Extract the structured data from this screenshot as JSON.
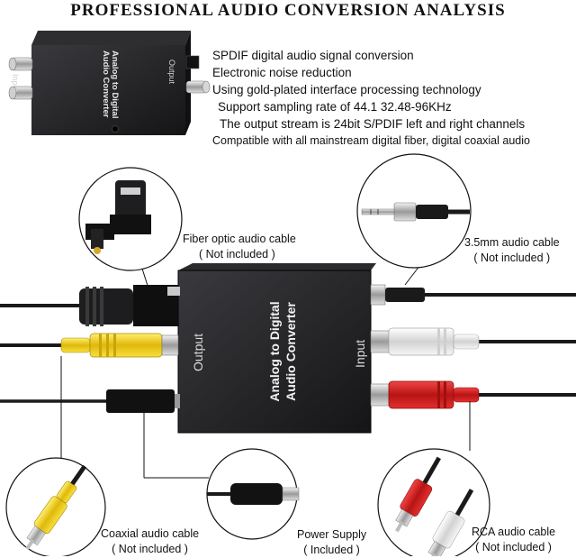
{
  "title": "PROFESSIONAL AUDIO CONVERSION ANALYSIS",
  "features": [
    "SPDIF digital audio signal conversion",
    "Electronic noise reduction",
    "Using gold-plated interface processing technology",
    "Support sampling rate of 44.1 32.48-96KHz",
    "The output stream is 24bit S/PDIF left and right channels",
    "Compatible with all mainstream digital fiber, digital coaxial audio"
  ],
  "small_device": {
    "brand_line1": "Analog to Digital",
    "brand_line2": "Audio Converter",
    "port_left": "Input",
    "port_right": "Output"
  },
  "main_device": {
    "brand_line1": "Analog to Digital",
    "brand_line2": "Audio Converter",
    "port_left": "Output",
    "port_right": "Input"
  },
  "labels": {
    "fiber": {
      "name": "Fiber optic audio cable",
      "status": "( Not included )"
    },
    "aux": {
      "name": "3.5mm audio cable",
      "status": "( Not included )"
    },
    "coax": {
      "name": "Coaxial audio cable",
      "status": "( Not included )"
    },
    "power": {
      "name": "Power Supply",
      "status": "( Included )"
    },
    "rca": {
      "name": "RCA audio cable",
      "status": "( Not included )"
    }
  },
  "colors": {
    "device_body": "#1c1c1e",
    "rca_red": "#d21e1e",
    "rca_white": "#eeeeee",
    "coax_yellow": "#f2d21a",
    "cable": "#1a1a1a"
  }
}
